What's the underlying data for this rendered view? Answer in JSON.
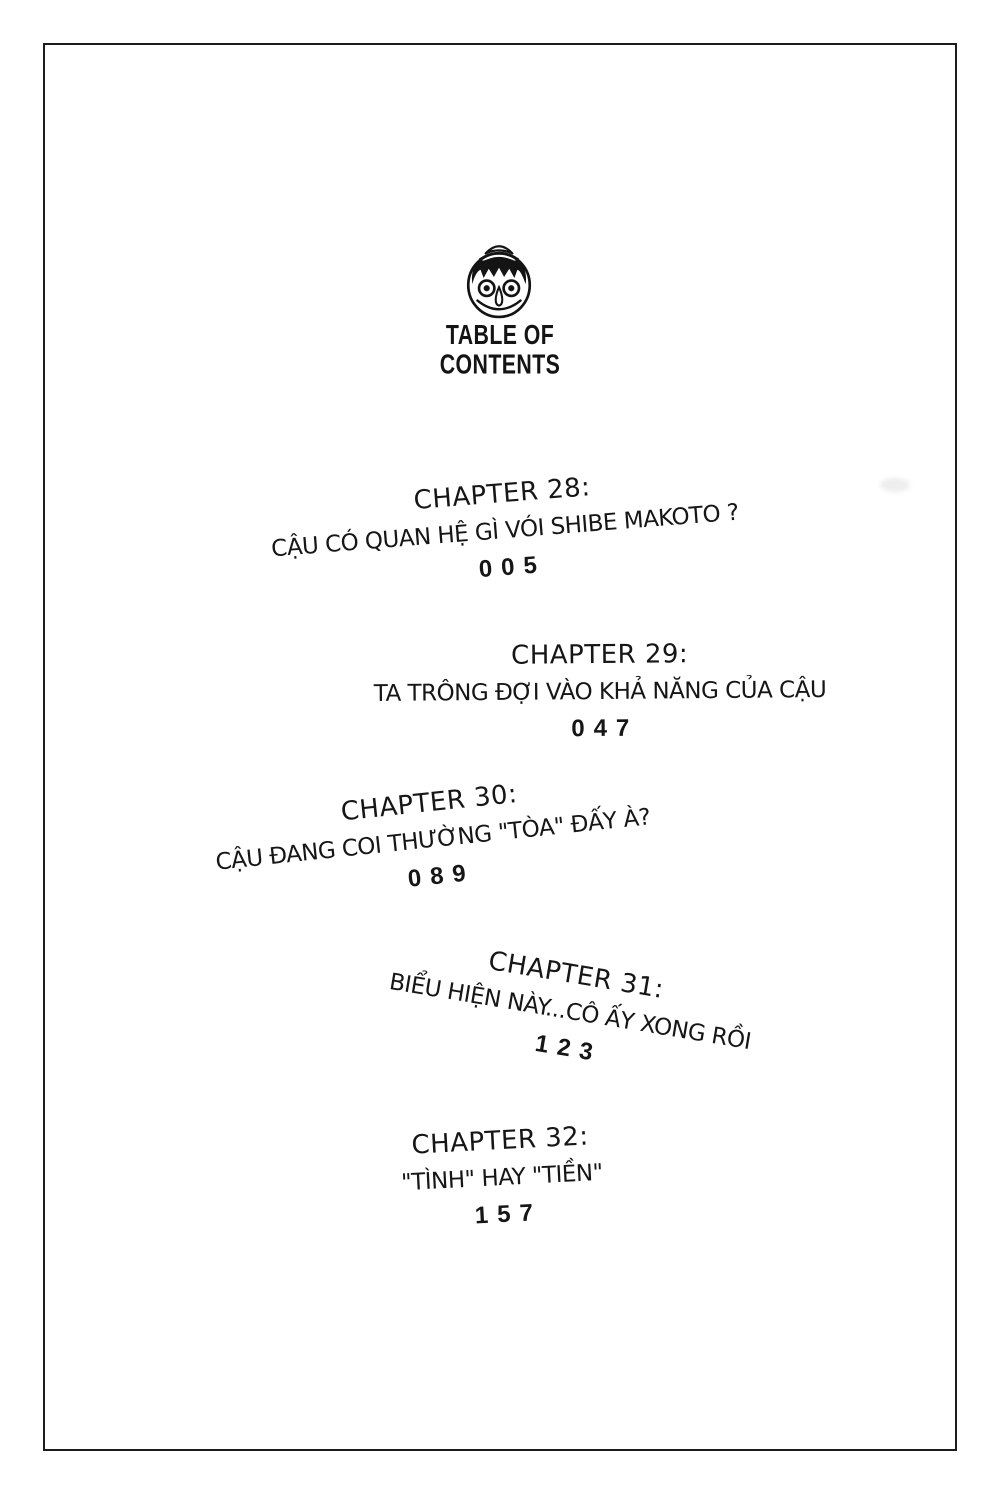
{
  "colors": {
    "ink": "#161616",
    "background": "#ffffff",
    "border": "#1c1c1c"
  },
  "header": {
    "icon": "boy-face-icon",
    "title_line1": "TABLE OF",
    "title_line2": "CONTENTS"
  },
  "chapters": [
    {
      "title": "CHAPTER 28:",
      "subtitle": "CẬU CÓ QUAN HỆ GÌ VÓI SHIBE MAKOTO ?",
      "page": "005"
    },
    {
      "title": "CHAPTER 29:",
      "subtitle": "TA TRÔNG ĐỢI VÀO KHẢ NĂNG CỦA CẬU",
      "page": "047"
    },
    {
      "title": "CHAPTER 30:",
      "subtitle": "CẬU ĐANG COI THƯỜNG \"TÒA\" ĐẤY À?",
      "page": "089"
    },
    {
      "title": "CHAPTER 31:",
      "subtitle": "BIỂU HIỆN NÀY...CÔ ẤY XONG RỒI",
      "page": "123"
    },
    {
      "title": "CHAPTER 32:",
      "subtitle": "\"TÌNH\" HAY \"TIỀN\"",
      "page": "157"
    }
  ]
}
